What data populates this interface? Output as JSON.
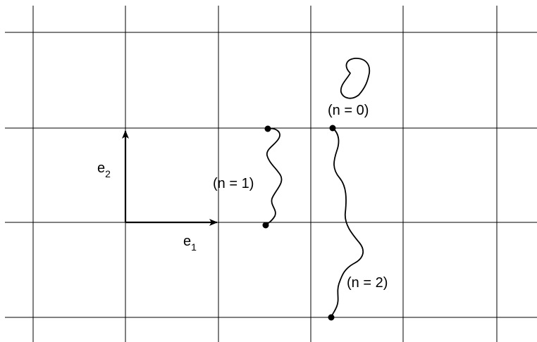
{
  "figure": {
    "basis": {
      "e1": {
        "base": "e",
        "sub": "1"
      },
      "e2": {
        "base": "e",
        "sub": "2"
      }
    },
    "curves": [
      {
        "id": "n0",
        "label": "(n = 0)",
        "kind": "closed loop"
      },
      {
        "id": "n1",
        "label": "(n = 1)",
        "kind": "open path",
        "endpoints": 2
      },
      {
        "id": "n2",
        "label": "(n = 2)",
        "kind": "open path",
        "endpoints": 2
      }
    ],
    "colors": {
      "ink": "#000000",
      "background": "#ffffff"
    }
  }
}
